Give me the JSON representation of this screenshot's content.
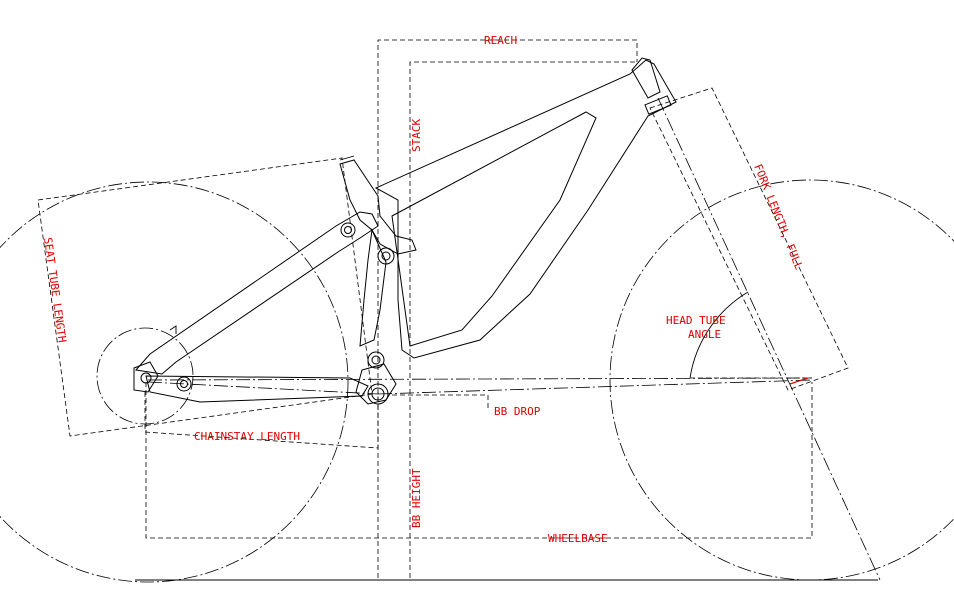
{
  "colors": {
    "line": "#000000",
    "label": "#e00000",
    "background": "#ffffff"
  },
  "labels": {
    "reach": "REACH",
    "stack": "STACK",
    "fork_length": "FORK LENGTH, FULL",
    "seat_tube_length": "SEAT TUBE LENGTH",
    "head_tube_angle_line1": "HEAD TUBE",
    "head_tube_angle_line2": "ANGLE",
    "bb_drop": "BB DROP",
    "chainstay_length": "CHAINSTAY LENGTH",
    "bb_height": "BB HEIGHT",
    "wheelbase": "WHEELBASE"
  }
}
